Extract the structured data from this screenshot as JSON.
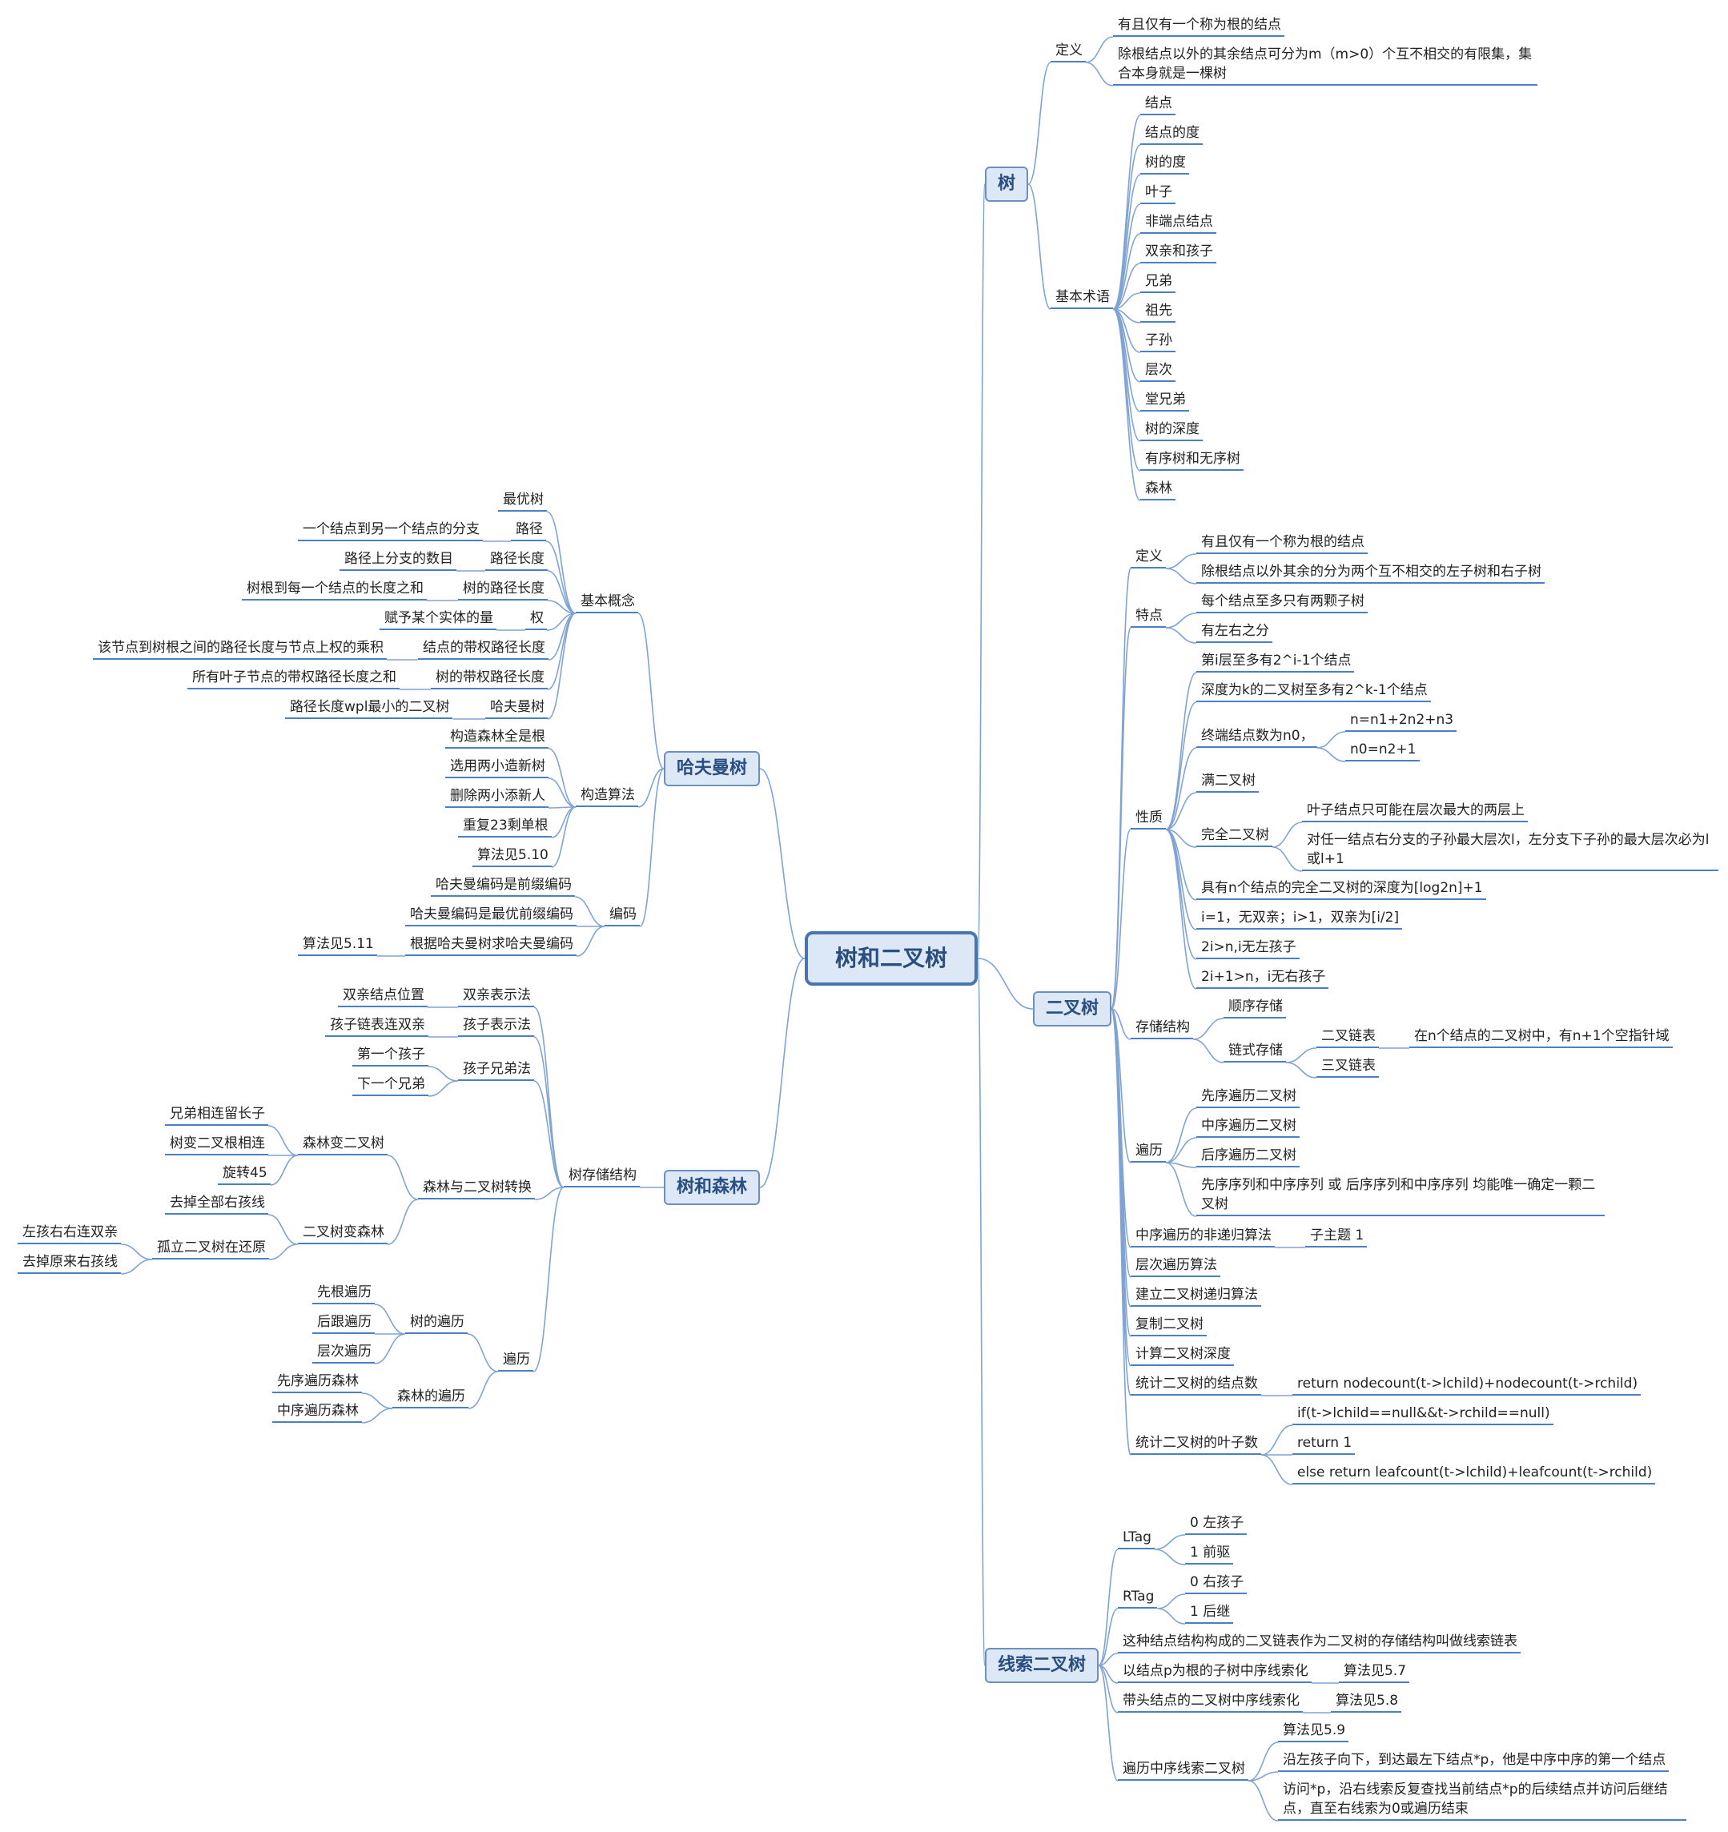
{
  "root": "树和二叉树",
  "tree": {
    "title": "树",
    "def": "定义",
    "def_items": [
      "有且仅有一个称为根的结点",
      "除根结点以外的其余结点可分为m（m>0）个互不相交的有限集，集合本身就是一棵树"
    ],
    "terms": "基本术语",
    "term_items": [
      "结点",
      "结点的度",
      "树的度",
      "叶子",
      "非端点结点",
      "双亲和孩子",
      "兄弟",
      "祖先",
      "子孙",
      "层次",
      "堂兄弟",
      "树的深度",
      "有序树和无序树",
      "森林"
    ]
  },
  "bt": {
    "title": "二叉树",
    "def": "定义",
    "def_items": [
      "有且仅有一个称为根的结点",
      "除根结点以外其余的分为两个互不相交的左子树和右子树"
    ],
    "feat": "特点",
    "feat_items": [
      "每个结点至多只有两颗子树",
      "有左右之分"
    ],
    "prop": "性质",
    "prop_1": "第i层至多有2^i-1个结点",
    "prop_2": "深度为k的二叉树至多有2^k-1个结点",
    "prop_3": "终端结点数为n0，",
    "prop_3_items": [
      "n=n1+2n2+n3",
      "n0=n2+1"
    ],
    "prop_4": "满二叉树",
    "prop_5": "完全二叉树",
    "prop_5_items": [
      "叶子结点只可能在层次最大的两层上",
      "对任一结点右分支的子孙最大层次l，左分支下子孙的最大层次必为l或l+1"
    ],
    "prop_6": "具有n个结点的完全二叉树的深度为[log2n]+1",
    "prop_7": "i=1，无双亲；i>1，双亲为[i/2]",
    "prop_8": "2i>n,i无左孩子",
    "prop_9": "2i+1>n，i无右孩子",
    "store": "存储结构",
    "seq": "顺序存储",
    "chain": "链式存储",
    "bilist": "二叉链表",
    "bilist_note": "在n个结点的二叉树中，有n+1个空指针域",
    "trilist": "三叉链表",
    "trav": "遍历",
    "trav_items": [
      "先序遍历二叉树",
      "中序遍历二叉树",
      "后序遍历二叉树",
      "先序序列和中序序列 或 后序序列和中序序列 均能唯一确定一颗二叉树"
    ],
    "inorder_nr": "中序遍历的非递归算法",
    "sub1": "子主题 1",
    "level": "层次遍历算法",
    "build": "建立二叉树递归算法",
    "copy": "复制二叉树",
    "depth": "计算二叉树深度",
    "count": "统计二叉树的结点数",
    "count_code": "return nodecount(t->lchild)+nodecount(t->rchild)",
    "leaf": "统计二叉树的叶子数",
    "leaf_code": [
      "if(t->lchild==null&&t->rchild==null)",
      "return 1",
      "else return leafcount(t->lchild)+leafcount(t->rchild)"
    ]
  },
  "thread": {
    "title": "线索二叉树",
    "ltag": "LTag",
    "ltag_items": [
      "0 左孩子",
      "1 前驱"
    ],
    "rtag": "RTag",
    "rtag_items": [
      "0 右孩子",
      "1 后继"
    ],
    "t1": "这种结点结构构成的二叉链表作为二叉树的存储结构叫做线索链表",
    "t2": "以结点p为根的子树中序线索化",
    "t2_note": "算法见5.7",
    "t3": "带头结点的二叉树中序线索化",
    "t3_note": "算法见5.8",
    "t4": "遍历中序线索二叉树",
    "t4_items": [
      "算法见5.9",
      "沿左孩子向下，到达最左下结点*p，他是中序中序的第一个结点",
      "访问*p，沿右线索反复查找当前结点*p的后续结点并访问后继结点，直至右线索为0或遍历结束"
    ]
  },
  "huff": {
    "title": "哈夫曼树",
    "basic": "基本概念",
    "basic_items": [
      {
        "name": "最优树",
        "desc": ""
      },
      {
        "name": "路径",
        "desc": "一个结点到另一个结点的分支"
      },
      {
        "name": "路径长度",
        "desc": "路径上分支的数目"
      },
      {
        "name": "树的路径长度",
        "desc": "树根到每一个结点的长度之和"
      },
      {
        "name": "权",
        "desc": "赋予某个实体的量"
      },
      {
        "name": "结点的带权路径长度",
        "desc": "该节点到树根之间的路径长度与节点上权的乘积"
      },
      {
        "name": "树的带权路径长度",
        "desc": "所有叶子节点的带权路径长度之和"
      },
      {
        "name": "哈夫曼树",
        "desc": "路径长度wpl最小的二叉树"
      }
    ],
    "build": "构造算法",
    "build_items": [
      "构造森林全是根",
      "选用两小造新树",
      "删除两小添新人",
      "重复23剩单根",
      "算法见5.10"
    ],
    "code": "编码",
    "code_items": [
      "哈夫曼编码是前缀编码",
      "哈夫曼编码是最优前缀编码",
      "根据哈夫曼树求哈夫曼编码"
    ],
    "code_note": "算法见5.11"
  },
  "forest": {
    "title": "树和森林",
    "store": "树存储结构",
    "parent": "双亲表示法",
    "parent_note": "双亲结点位置",
    "child": "孩子表示法",
    "child_note": "孩子链表连双亲",
    "sib": "孩子兄弟法",
    "sib_items": [
      "第一个孩子",
      "下一个兄弟"
    ],
    "conv": "森林与二叉树转换",
    "f2b": "森林变二叉树",
    "f2b_items": [
      "兄弟相连留长子",
      "树变二叉根相连",
      "旋转45"
    ],
    "b2f": "二叉树变森林",
    "b2f_1": "去掉全部右孩线",
    "b2f_2": "孤立二叉树在还原",
    "b2f_2_items": [
      "左孩右右连双亲",
      "去掉原来右孩线"
    ],
    "trav": "遍历",
    "tree_trav": "树的遍历",
    "tree_trav_items": [
      "先根遍历",
      "后跟遍历",
      "层次遍历"
    ],
    "forest_trav": "森林的遍历",
    "forest_trav_items": [
      "先序遍历森林",
      "中序遍历森林"
    ]
  }
}
